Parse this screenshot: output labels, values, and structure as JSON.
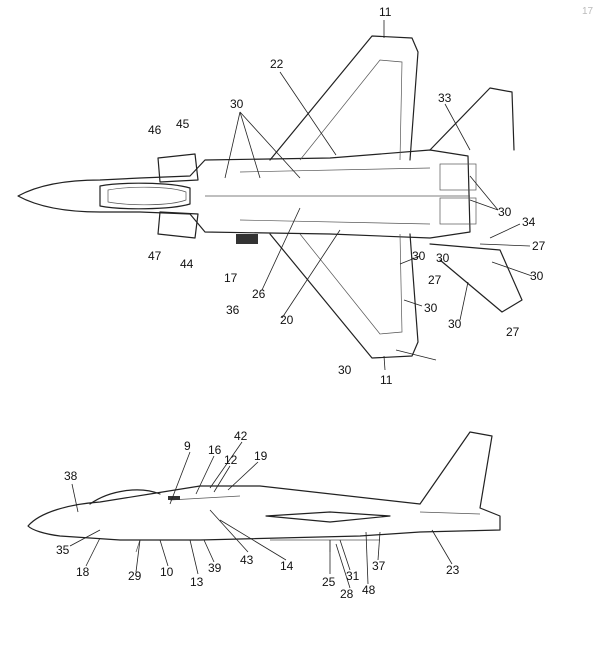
{
  "labels_top": [
    "11",
    "22",
    "30",
    "33",
    "46",
    "45",
    "30",
    "34",
    "27",
    "47",
    "44",
    "17",
    "36",
    "26",
    "20",
    "30",
    "30",
    "27",
    "30",
    "30",
    "27",
    "30",
    "11",
    "30"
  ],
  "labels_side": [
    "9",
    "16",
    "42",
    "12",
    "19",
    "38",
    "35",
    "18",
    "29",
    "10",
    "13",
    "39",
    "43",
    "14",
    "25",
    "31",
    "28",
    "48",
    "37",
    "23"
  ],
  "corner_mark": "17"
}
